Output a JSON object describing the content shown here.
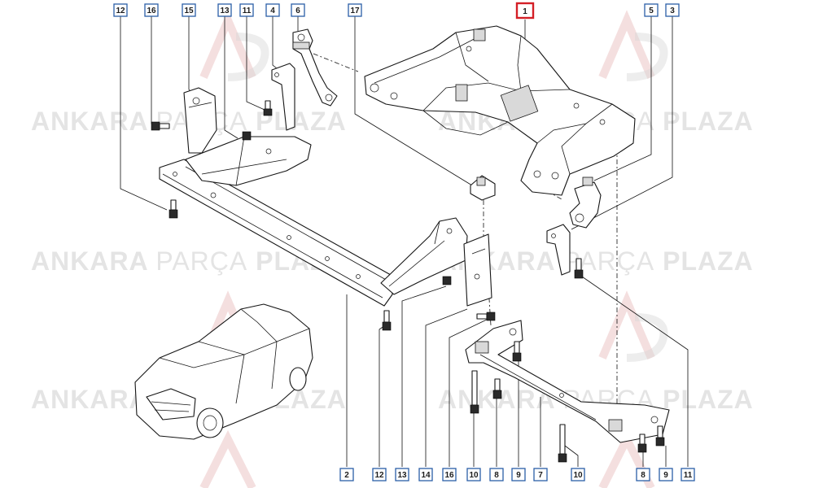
{
  "callouts": [
    {
      "id": "c12a",
      "label": "12"
    },
    {
      "id": "c16a",
      "label": "16"
    },
    {
      "id": "c15",
      "label": "15"
    },
    {
      "id": "c13a",
      "label": "13"
    },
    {
      "id": "c11a",
      "label": "11"
    },
    {
      "id": "c4",
      "label": "4"
    },
    {
      "id": "c6",
      "label": "6"
    },
    {
      "id": "c17",
      "label": "17"
    },
    {
      "id": "c1",
      "label": "1",
      "highlighted": true
    },
    {
      "id": "c5",
      "label": "5"
    },
    {
      "id": "c3",
      "label": "3"
    },
    {
      "id": "c2",
      "label": "2"
    },
    {
      "id": "c12b",
      "label": "12"
    },
    {
      "id": "c13b",
      "label": "13"
    },
    {
      "id": "c14",
      "label": "14"
    },
    {
      "id": "c16b",
      "label": "16"
    },
    {
      "id": "c10a",
      "label": "10"
    },
    {
      "id": "c8a",
      "label": "8"
    },
    {
      "id": "c9a",
      "label": "9"
    },
    {
      "id": "c7",
      "label": "7"
    },
    {
      "id": "c10b",
      "label": "10"
    },
    {
      "id": "c8b",
      "label": "8"
    },
    {
      "id": "c9b",
      "label": "9"
    },
    {
      "id": "c11b",
      "label": "11"
    }
  ],
  "watermark": {
    "brand_bold_1": "ANKARA",
    "brand_light": "PARÇA",
    "brand_bold_2": "PLAZA"
  },
  "colors": {
    "callout_border": "#2b5fa8",
    "highlight_border": "#d41f26",
    "watermark_text": "#cfcfcf",
    "logo_red": "#e7b7b7"
  }
}
